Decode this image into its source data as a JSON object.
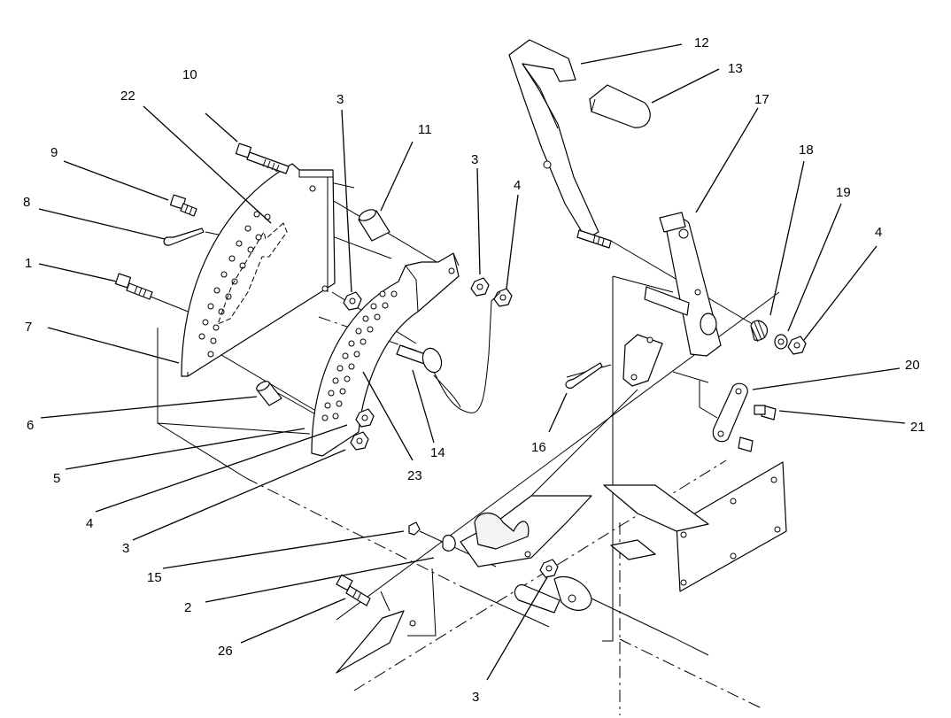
{
  "callouts": [
    {
      "id": "c10",
      "label": "10"
    },
    {
      "id": "c22",
      "label": "22"
    },
    {
      "id": "c3a",
      "label": "3"
    },
    {
      "id": "c11",
      "label": "11"
    },
    {
      "id": "c3b",
      "label": "3"
    },
    {
      "id": "c4a",
      "label": "4"
    },
    {
      "id": "c9",
      "label": "9"
    },
    {
      "id": "c8",
      "label": "8"
    },
    {
      "id": "c1",
      "label": "1"
    },
    {
      "id": "c7",
      "label": "7"
    },
    {
      "id": "c6",
      "label": "6"
    },
    {
      "id": "c5",
      "label": "5"
    },
    {
      "id": "c4b",
      "label": "4"
    },
    {
      "id": "c3c",
      "label": "3"
    },
    {
      "id": "c23",
      "label": "23"
    },
    {
      "id": "c14",
      "label": "14"
    },
    {
      "id": "c12",
      "label": "12"
    },
    {
      "id": "c13",
      "label": "13"
    },
    {
      "id": "c17",
      "label": "17"
    },
    {
      "id": "c18",
      "label": "18"
    },
    {
      "id": "c19",
      "label": "19"
    },
    {
      "id": "c4c",
      "label": "4"
    },
    {
      "id": "c20",
      "label": "20"
    },
    {
      "id": "c21",
      "label": "21"
    },
    {
      "id": "c16",
      "label": "16"
    },
    {
      "id": "c15",
      "label": "15"
    },
    {
      "id": "c2",
      "label": "2"
    },
    {
      "id": "c26",
      "label": "26"
    },
    {
      "id": "c3d",
      "label": "3"
    }
  ],
  "colors": {
    "ink": "#000000",
    "paper": "#ffffff"
  }
}
